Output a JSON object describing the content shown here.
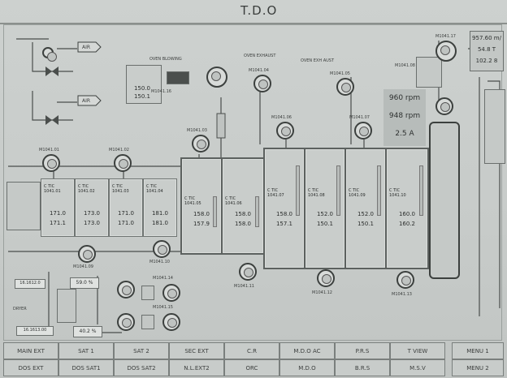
{
  "header": {
    "title": "T.D.O"
  },
  "labels": {
    "oven_blowing": "OVEN BLOWING",
    "oven_exhaust": "OVEN EXHAUST",
    "oven_exhaust_2": "OVEN EXH AUST",
    "air_1": "AIR",
    "air_2": "AIR",
    "dryer": "DRYER"
  },
  "readouts": {
    "top_right_1": "957.60 m/",
    "top_right_2": "54.8 T",
    "top_right_3": "102.2 8",
    "panel_1": "960 rpm",
    "panel_2": "948 rpm",
    "panel_3": "2.5 A",
    "oven_blow_1": "150.0",
    "oven_blow_2": "150.1",
    "lower_left_1": "16.1612.0",
    "lower_left_2": "59.0 %",
    "lower_left_3": "16.1613.00",
    "lower_left_4": "40.2 %"
  },
  "zones": [
    {
      "tag": "C TIC\n1041.01",
      "set": "171.0",
      "act": "171.1"
    },
    {
      "tag": "C TIC\n1041.02",
      "set": "173.0",
      "act": "173.0"
    },
    {
      "tag": "C TIC\n1041.03",
      "set": "171.0",
      "act": "171.0"
    },
    {
      "tag": "C TIC\n1041.04",
      "set": "181.0",
      "act": "181.0"
    },
    {
      "tag": "C TIC\n1041.05",
      "set": "158.0",
      "act": "157.9"
    },
    {
      "tag": "C TIC\n1041.06",
      "set": "158.0",
      "act": "158.0"
    },
    {
      "tag": "C TIC\n1041.07",
      "set": "158.0",
      "act": "157.1"
    },
    {
      "tag": "C TIC\n1041.08",
      "set": "152.0",
      "act": "150.1"
    },
    {
      "tag": "C TIC\n1041.09",
      "set": "152.0",
      "act": "150.1"
    },
    {
      "tag": "C TIC\n1041.10",
      "set": "160.0",
      "act": "160.2"
    }
  ],
  "fan_tags": [
    "M1041.01",
    "M1041.02",
    "M1041.03",
    "M1041.04",
    "M1041.05",
    "M1041.06",
    "M1041.07",
    "M1041.08",
    "M1041.09",
    "M1041.10",
    "M1041.11",
    "M1041.12",
    "M1041.13",
    "M1041.14",
    "M1041.15",
    "M1041.16",
    "M1041.17"
  ],
  "bottom_nav": {
    "row1": [
      "MAIN EXT",
      "SAT 1",
      "SAT 2",
      "SEC EXT",
      "C.R",
      "M.D.O AC",
      "P.R.S",
      "T VIEW"
    ],
    "row2": [
      "DOS EXT",
      "DOS SAT1",
      "DOS SAT2",
      "N.L.EXT2",
      "ORC",
      "M.D.O",
      "B.R.S",
      "M.S.V"
    ],
    "right": [
      "MENU 1",
      "MENU 2"
    ]
  }
}
